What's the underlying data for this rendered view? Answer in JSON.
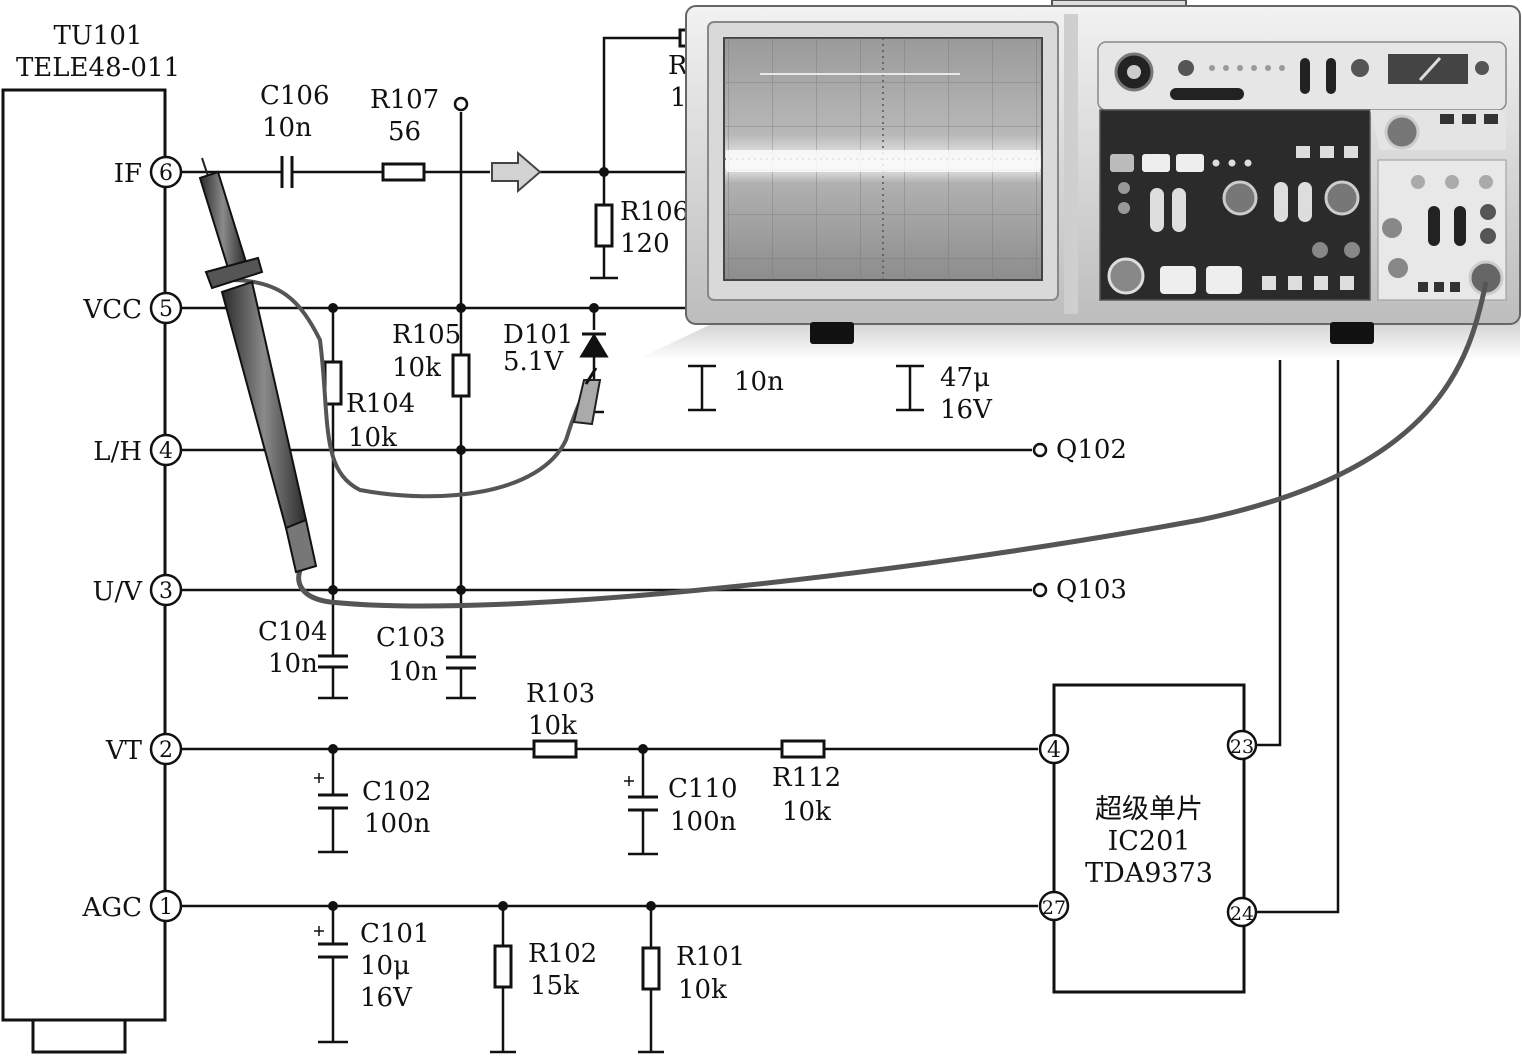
{
  "tuner": {
    "ref": "TU101",
    "model": "TELE48-011",
    "pins": [
      {
        "num": "6",
        "name": "IF"
      },
      {
        "num": "5",
        "name": "VCC"
      },
      {
        "num": "4",
        "name": "L/H"
      },
      {
        "num": "3",
        "name": "U/V"
      },
      {
        "num": "2",
        "name": "VT"
      },
      {
        "num": "1",
        "name": "AGC"
      }
    ]
  },
  "components": {
    "c106": {
      "ref": "C106",
      "value": "10n"
    },
    "r107": {
      "ref": "R107",
      "value": "56"
    },
    "r_partial": {
      "ref": "R",
      "value": "1"
    },
    "r106": {
      "ref": "R106",
      "value": "120"
    },
    "r105": {
      "ref": "R105",
      "value": "10k"
    },
    "d101": {
      "ref": "D101",
      "value": "5.1V"
    },
    "r104": {
      "ref": "R104",
      "value": "10k"
    },
    "c_10n": {
      "value": "10n"
    },
    "c_47u": {
      "value": "47μ",
      "voltage": "16V"
    },
    "c104": {
      "ref": "C104",
      "value": "10n"
    },
    "c103": {
      "ref": "C103",
      "value": "10n"
    },
    "r103": {
      "ref": "R103",
      "value": "10k"
    },
    "c102": {
      "ref": "C102",
      "value": "100n"
    },
    "c110": {
      "ref": "C110",
      "value": "100n"
    },
    "r112": {
      "ref": "R112",
      "value": "10k"
    },
    "c101": {
      "ref": "C101",
      "value": "10μ",
      "voltage": "16V"
    },
    "r102": {
      "ref": "R102",
      "value": "15k"
    },
    "r101": {
      "ref": "R101",
      "value": "10k"
    }
  },
  "connections": {
    "q102": "Q102",
    "q103": "Q103"
  },
  "ic": {
    "line1": "超级单片",
    "line2": "IC201",
    "line3": "TDA9373",
    "pins": [
      "4",
      "27",
      "23",
      "24"
    ]
  },
  "oscilloscope": {
    "trace": "flat horizontal line"
  }
}
